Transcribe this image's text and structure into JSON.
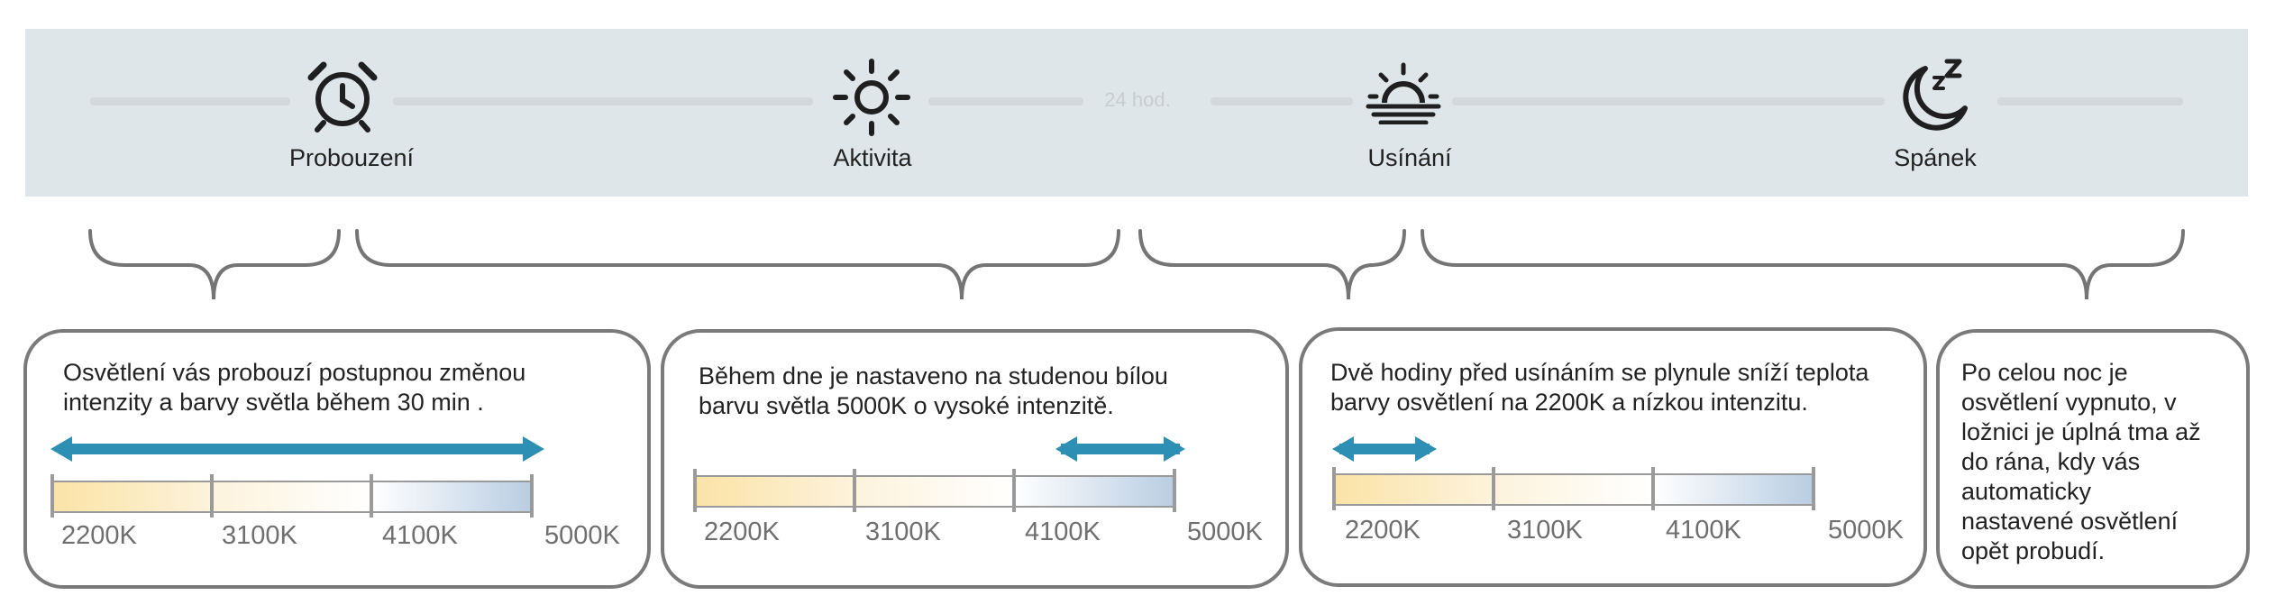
{
  "timeline": {
    "hours_label": "24 hod.",
    "phases": [
      {
        "label": "Probouzení",
        "icon": "alarm-clock-icon"
      },
      {
        "label": "Aktivita",
        "icon": "sun-icon"
      },
      {
        "label": "Usínání",
        "icon": "sunset-icon"
      },
      {
        "label": "Spánek",
        "icon": "moon-sleep-icon"
      }
    ]
  },
  "cards": [
    {
      "text_lines": [
        "Osvětlení vás probouzí postupnou změnou",
        "intenzity a barvy světla během 30 min ."
      ]
    },
    {
      "text_lines": [
        "Během dne je nastaveno na studenou bílou",
        "barvu světla 5000K o vysoké intenzitě."
      ]
    },
    {
      "text_lines": [
        "Dvě hodiny před usínáním se plynule sníží teplota",
        "barvy osvětlení na 2200K a nízkou intenzitu."
      ]
    },
    {
      "text_lines": [
        "Po celou noc je",
        "osvětlení vypnuto, v",
        "ložnici je úplná tma až",
        "do rána, kdy vás",
        "automaticky",
        "nastavené osvětlení",
        "opět probudí."
      ]
    }
  ],
  "scale_ticks": [
    "2200K",
    "3100K",
    "4100K",
    "5000K"
  ],
  "colors": {
    "banner": "#dfe6e9",
    "arrow": "#2e8fb5",
    "warm": "#fbe3a6",
    "neutral": "#ffffff",
    "cool": "#b9cde2"
  }
}
